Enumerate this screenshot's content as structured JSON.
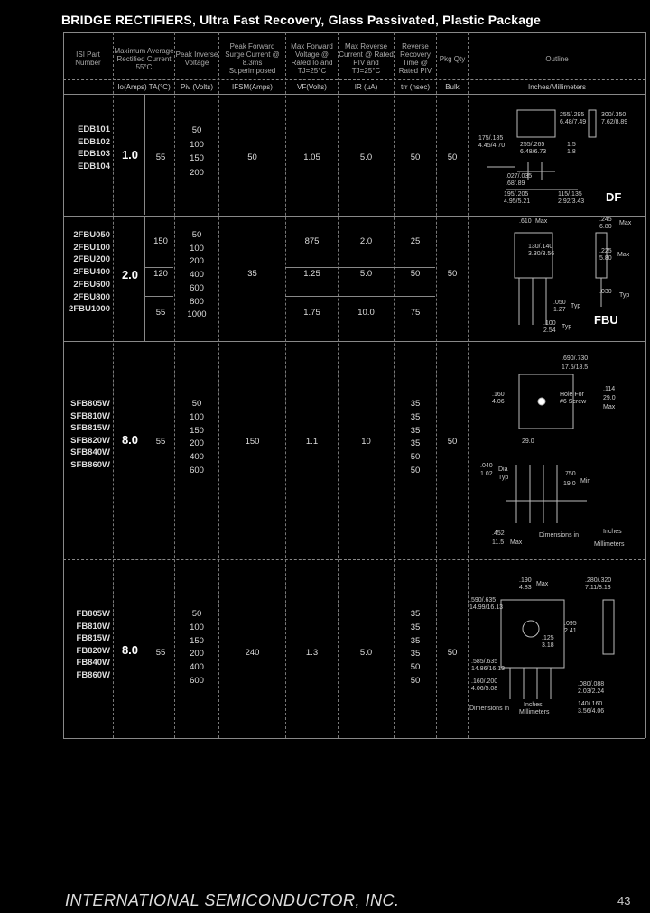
{
  "title": "BRIDGE RECTIFIERS, Ultra Fast Recovery, Glass Passivated, Plastic Package",
  "headers": {
    "part": "ISI Part Number",
    "io": "Maximum Average Rectified Current 55°C",
    "prv": "Peak Inverse Voltage",
    "ifsm": "Peak Forward Surge Current @ 8.3ms Superimposed",
    "vf": "Max Forward Voltage @ Rated Io and TJ=25°C",
    "ir": "Max Reverse Current @ Rated PIV and TJ=25°C",
    "trr": "Reverse Recovery Time @ Rated PIV",
    "pkg": "Pkg Qty",
    "outline": "Outline"
  },
  "units": {
    "io": "Io(Amps) TA(°C)",
    "prv": "Piv (Volts)",
    "ifsm": "IFSM(Amps)",
    "vf": "VF(Volts)",
    "ir": "IR (µA)",
    "trr": "trr (nsec)",
    "pkg": "Bulk",
    "outline": "Inches/Millimeters"
  },
  "groups": [
    {
      "parts": [
        "EDB101",
        "EDB102",
        "EDB103",
        "EDB104"
      ],
      "io": "1.0",
      "ta": "55",
      "piv": [
        "50",
        "100",
        "150",
        "200"
      ],
      "ifsm": "50",
      "vf": "1.05",
      "ir": "5.0",
      "trr": "50",
      "pkg": "50",
      "outline_label": "DF"
    },
    {
      "parts": [
        "2FBU050",
        "2FBU100",
        "2FBU200",
        "2FBU400",
        "2FBU600",
        "2FBU800",
        "2FBU1000"
      ],
      "io": "2.0",
      "ta": [
        "150",
        "120",
        "55"
      ],
      "piv": [
        "50",
        "100",
        "200",
        "400",
        "600",
        "800",
        "1000"
      ],
      "ifsm": "35",
      "vf": [
        "875",
        "1.25",
        "1.75"
      ],
      "ir": [
        "2.0",
        "5.0",
        "10.0"
      ],
      "trr": [
        "25",
        "50",
        "75"
      ],
      "pkg": "50",
      "outline_label": "FBU"
    },
    {
      "parts": [
        "SFB805W",
        "SFB810W",
        "SFB815W",
        "SFB820W",
        "SFB840W",
        "SFB860W"
      ],
      "io": "8.0",
      "ta": "55",
      "piv": [
        "50",
        "100",
        "150",
        "200",
        "400",
        "600"
      ],
      "ifsm": "150",
      "vf": "1.1",
      "ir": "10",
      "trr": [
        "35",
        "35",
        "35",
        "35",
        "50",
        "50"
      ],
      "pkg": "50"
    },
    {
      "parts": [
        "FB805W",
        "FB810W",
        "FB815W",
        "FB820W",
        "FB840W",
        "FB860W"
      ],
      "io": "8.0",
      "ta": "55",
      "piv": [
        "50",
        "100",
        "150",
        "200",
        "400",
        "600"
      ],
      "ifsm": "240",
      "vf": "1.3",
      "ir": "5.0",
      "trr": [
        "35",
        "35",
        "35",
        "35",
        "50",
        "50"
      ],
      "pkg": "50"
    }
  ],
  "dims": {
    "df": [
      "255/.295",
      "6.48/7.49",
      "300/.350",
      "7.62/8.89",
      "175/.185",
      "4.45/4.70",
      "255/.265",
      "6.48/6.73",
      "1.5",
      "1.8",
      ".027/.035",
      ".68/.89",
      "195/.205",
      "4.95/5.21",
      "115/.135",
      "2.92/3.43"
    ],
    "fbu": [
      ".610",
      "Max",
      ".245",
      "6.80",
      "Max",
      "130/.140",
      "3.30/3.56",
      ".225",
      "5.80",
      "Max",
      ".030",
      "Typ",
      ".050",
      "1.27",
      "Typ",
      ".100",
      "2.54",
      "Typ"
    ],
    "sfb": [
      ".690/.730",
      "17.5/18.5",
      ".160",
      "4.06",
      "Hole For",
      "#6 Screw",
      ".114",
      "29.0",
      "Max",
      ".040",
      "1.02",
      "Dia",
      "Typ",
      ".750",
      "19.0",
      "Min",
      ".452",
      "11.5",
      "Max",
      "Dimensions in",
      "Inches",
      "Millimeters",
      "29.0"
    ],
    "fb": [
      ".190",
      "4.83",
      "Max",
      ".280/.320",
      "7.11/8.13",
      ".590/.635",
      "14.99/16.13",
      ".095",
      "2.41",
      ".125",
      "3.18",
      ".585/.635",
      "14.86/16.13",
      ".160/.200",
      "4.06/5.08",
      "Dimensions in",
      "Inches",
      "Millimeters",
      ".080/.088",
      "2.03/2.24",
      "140/.160",
      "3.56/4.06"
    ]
  },
  "footer": "INTERNATIONAL SEMICONDUCTOR, INC.",
  "page_number": "43"
}
